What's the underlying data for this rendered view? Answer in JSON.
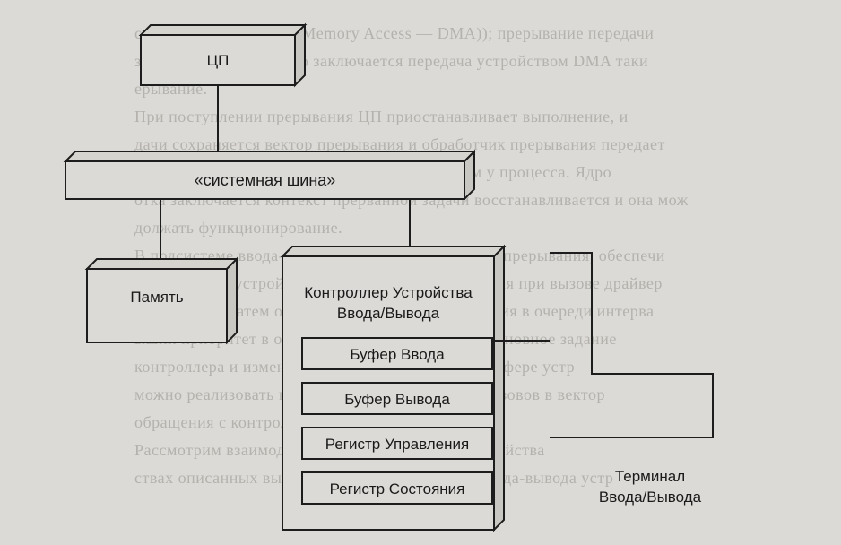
{
  "background_text": [
    "ступа к памяти (Direct Memory Access — DMA)); прерывание передачи",
    "зывная между ними. Но заключается передача устройством DMA таки",
    "ерывание.",
    "При поступлении прерывания ЦП приостанавливает выполнение, и",
    "дачи сохраняется вектор прерывания и обработчик прерывания передает",
    "а, что приоритет такого обработчика выше, чем у процесса. Ядро",
    "отка заключается контекст прерванной задачи восстанавливается и она мож",
    "должать функционирование.",
    "В подсистеме ввода-вывода могут использоваться прерывания, обеспечи",
    "передачи для устройства обслуживания прерывания при вызове драйвер",
    "обработчика затем определения вектора прерывания в очереди интерва",
    "ыший приоритет в очереди вызовов происходит основное задание",
    "контроллера и изменение статуса устройства. В буфере устр",
    "можно реализовать в виде последовательности вызовов в вектор",
    "обращения с контроллером ввода-вывода.",
    "Рассмотрим взаимодействие с контроллером устройства",
    "ствах описанных выше регистров контроллера ввода-вывода устр"
  ],
  "diagram": {
    "cpu": "ЦП",
    "bus": "«системная шина»",
    "memory": "Память",
    "controller": {
      "title_line1": "Контроллер Устройства",
      "title_line2": "Ввода/Вывода",
      "input_buffer": "Буфер Ввода",
      "output_buffer": "Буфер Вывода",
      "control_register": "Регистр Управления",
      "status_register": "Регистр Состояния"
    },
    "terminal": {
      "line1": "Терминал",
      "line2": "Ввода/Вывода"
    }
  },
  "colors": {
    "paper": "#dcdad6",
    "ink": "#1d1d1d",
    "bleed": "#b4b2ad"
  }
}
